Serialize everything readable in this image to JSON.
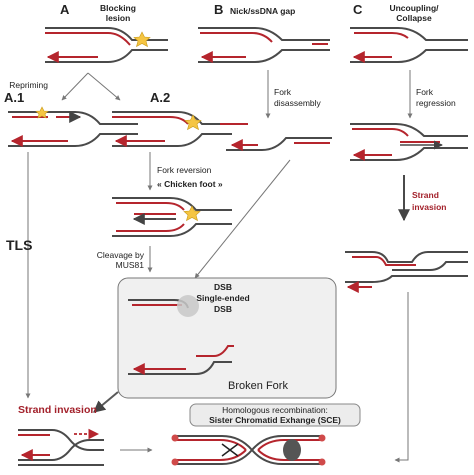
{
  "panels": {
    "a": "A",
    "b": "B",
    "c": "C",
    "a1": "A.1",
    "a2": "A.2"
  },
  "labels": {
    "blocking_lesion_1": "Blocking",
    "blocking_lesion_2": "lesion",
    "nick_gap": "Nick/ssDNA gap",
    "uncoupling_1": "Uncoupling/",
    "uncoupling_2": "Collapse",
    "repriming": "Repriming",
    "fork_disassembly_1": "Fork",
    "fork_disassembly_2": "disassembly",
    "fork_regression_1": "Fork",
    "fork_regression_2": "regression",
    "fork_reversion": "Fork reversion",
    "chicken_foot": "« Chicken foot »",
    "tls": "TLS",
    "cleavage_1": "Cleavage by",
    "cleavage_2": "MUS81",
    "dsb": "DSB",
    "single_ended_1": "Single-ended",
    "single_ended_2": "DSB",
    "broken_fork": "Broken Fork",
    "strand_invasion_c_1": "Strand",
    "strand_invasion_c_2": "invasion",
    "strand_invasion_bottom": "Strand invasion",
    "hr_1": "Homologous recombination:",
    "hr_2": "Sister Chromatid Exhange (SCE)"
  },
  "colors": {
    "parental_strand": "#4a4a4a",
    "nascent_strand": "#b5252d",
    "lesion_star": "#f5c542",
    "emphasis_text": "#a3212b"
  }
}
